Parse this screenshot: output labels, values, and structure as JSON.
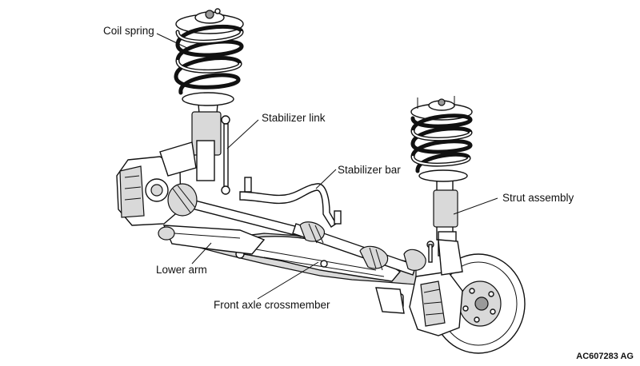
{
  "labels": {
    "coil_spring": "Coil spring",
    "stabilizer_link": "Stabilizer link",
    "stabilizer_bar": "Stabilizer bar",
    "strut_assembly": "Strut assembly",
    "lower_arm": "Lower arm",
    "front_axle_crossmember": "Front axle crossmember"
  },
  "figure_code": "AC607283 AG"
}
